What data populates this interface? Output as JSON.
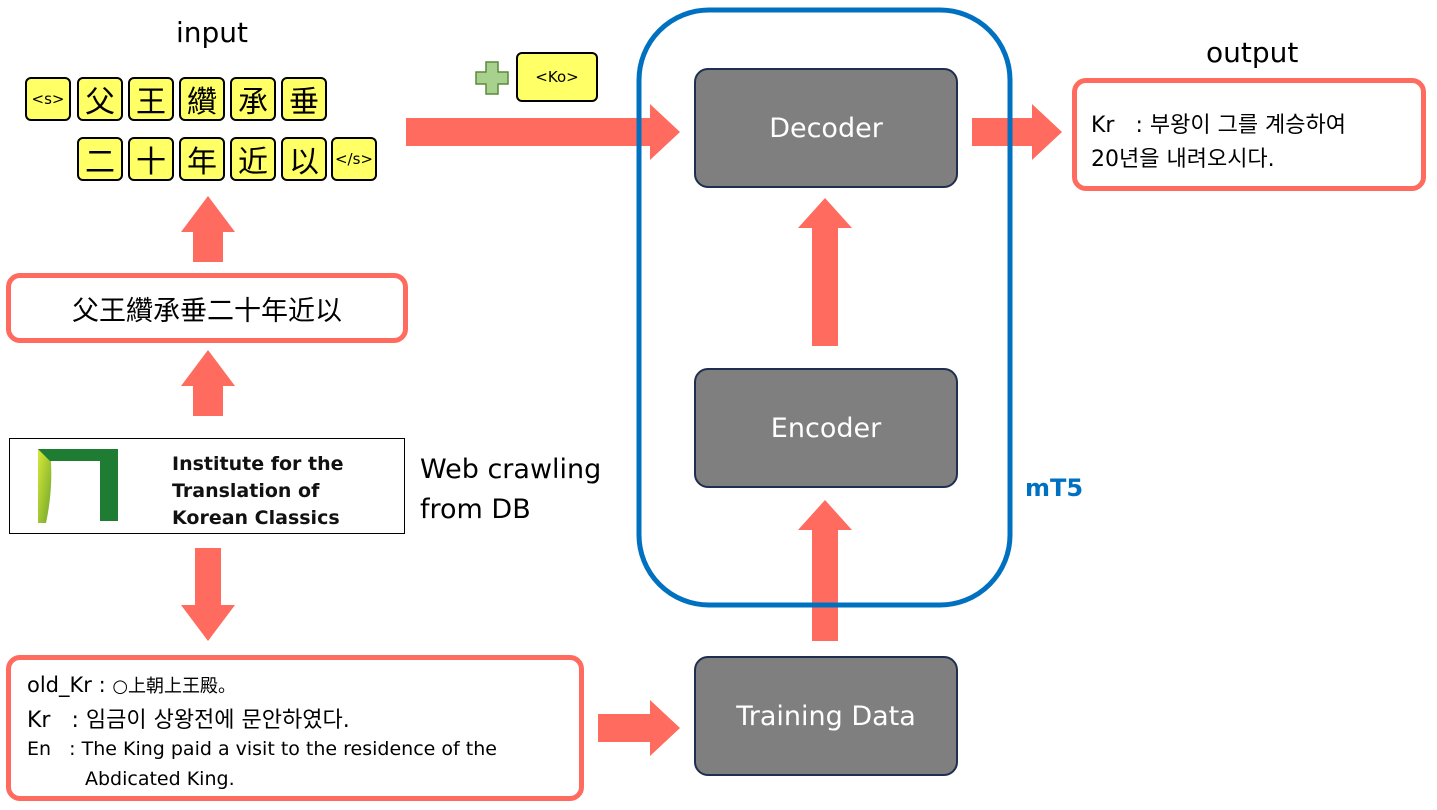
{
  "input_label": "input",
  "output_label": "output",
  "tokens_row1": [
    "<s>",
    "父",
    "王",
    "纘",
    "承",
    "垂"
  ],
  "tokens_row2": [
    "二",
    "十",
    "年",
    "近",
    "以",
    "</s>"
  ],
  "ko_token": "<Ko>",
  "source_text": "父王纘承垂二十年近以",
  "logo": {
    "line1": "Institute for the",
    "line2": "Translation of",
    "line3": "Korean Classics"
  },
  "crawl_label": {
    "line1": "Web crawling",
    "line2": "from DB"
  },
  "example": {
    "old_kr_prefix": "old_Kr : ",
    "old_kr_text": "○上朝上王殿。",
    "kr_prefix": "Kr   : ",
    "kr_text": "임금이 상왕전에 문안하였다.",
    "en_prefix": "En   : ",
    "en_text_line1": "The King paid a visit to the residence of the",
    "en_text_line2": "Abdicated King."
  },
  "decoder_label": "Decoder",
  "encoder_label": "Encoder",
  "training_label": "Training Data",
  "model_label": "mT5",
  "output_text": {
    "line1_prefix": "Kr   : ",
    "line1_text": "부왕이 그를 계승하여",
    "line2": "20년을 내려오시다."
  },
  "colors": {
    "arrow": "#ff6b5e",
    "token_fill": "#ffff66",
    "box_gray": "#7f7f7f",
    "mt5_blue": "#0070c0",
    "plus_green": "#a9d18e",
    "logo_green": "#1e7d32"
  }
}
